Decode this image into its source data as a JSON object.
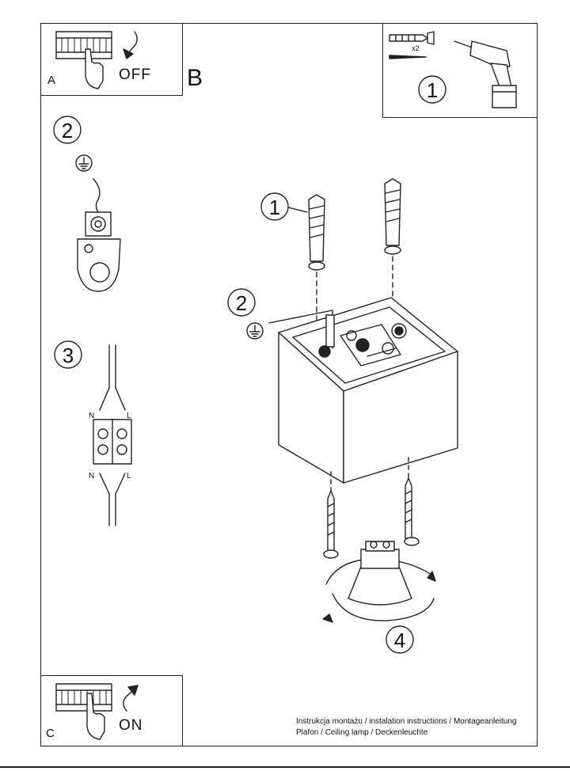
{
  "panels": {
    "a": {
      "letter": "A",
      "word": "OFF"
    },
    "b": {
      "letter": "B"
    },
    "c": {
      "letter": "C",
      "word": "ON"
    }
  },
  "steps": {
    "tools": {
      "number": "1",
      "count": "x2"
    },
    "earth": {
      "number": "2"
    },
    "wiring": {
      "number": "3",
      "top_left": "N",
      "top_right": "L",
      "bottom_left": "N",
      "bottom_right": "L"
    },
    "main_dowel": {
      "number": "1"
    },
    "main_earth": {
      "number": "2"
    },
    "bulb": {
      "number": "4"
    }
  },
  "footer": {
    "line1": "Instrukcja montażu / instalation instructions / Montageanleitung",
    "line2": "Plafon / Ceiling lamp / Deckenleuchte"
  }
}
